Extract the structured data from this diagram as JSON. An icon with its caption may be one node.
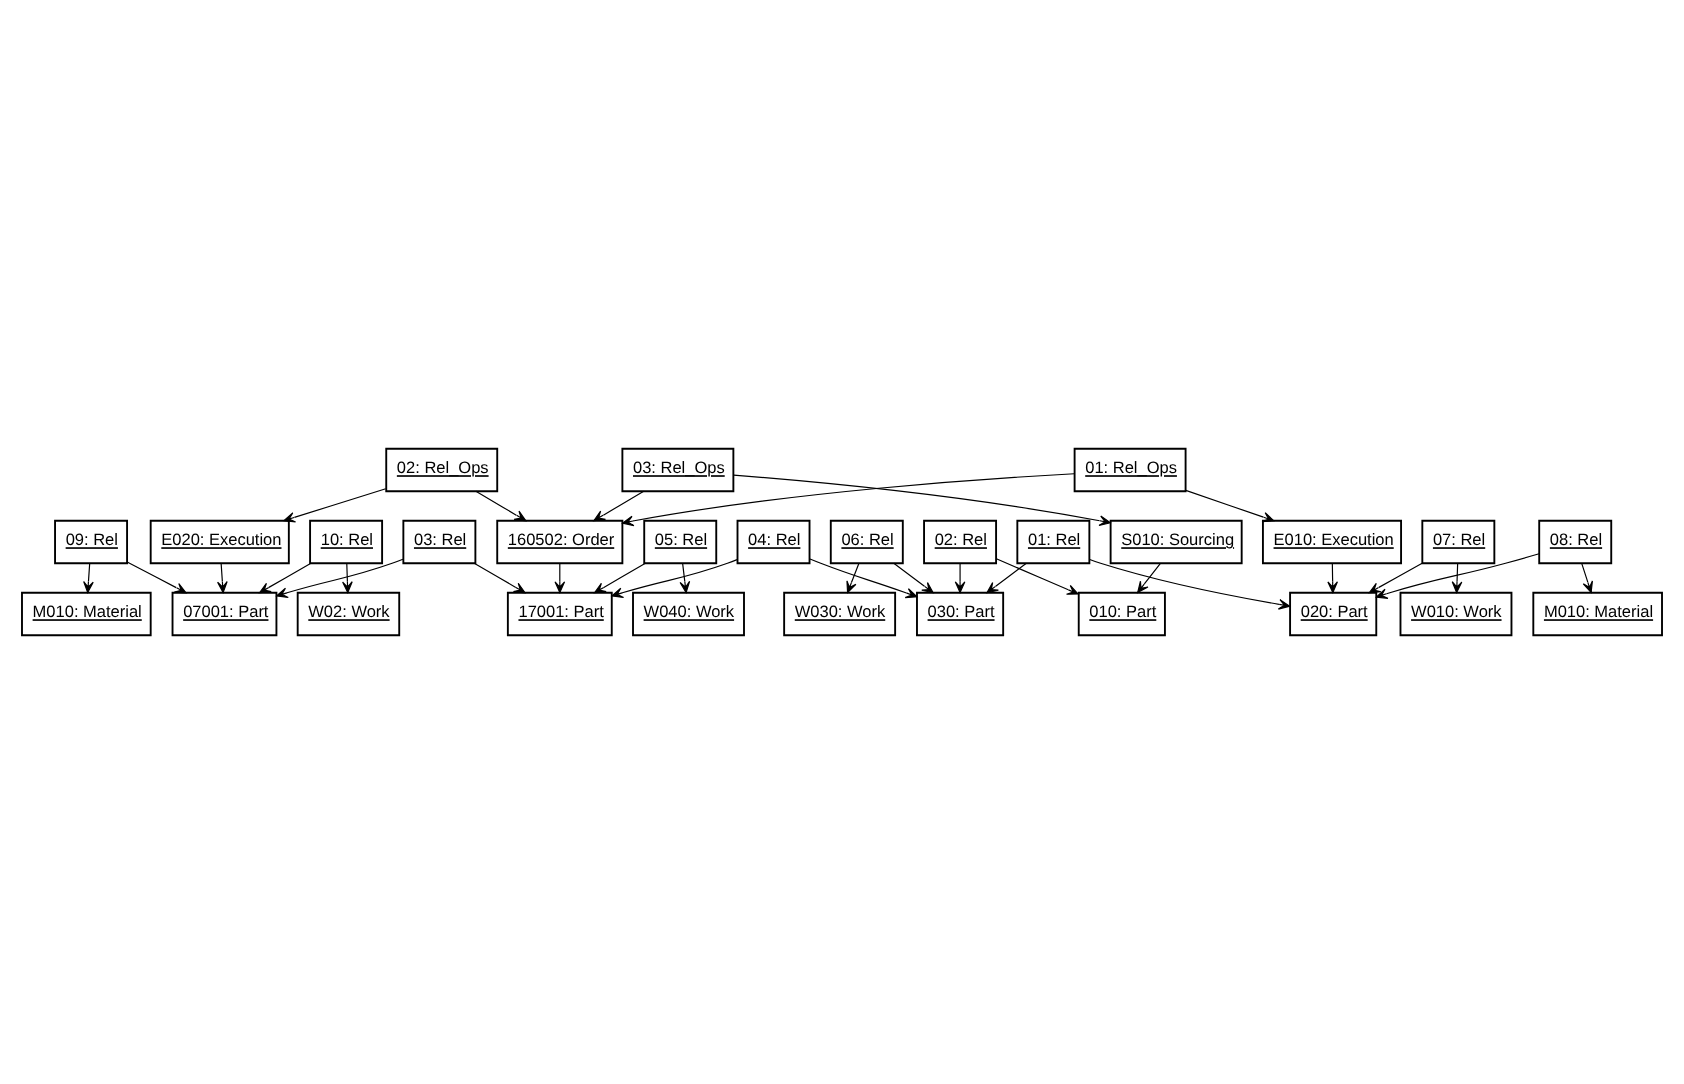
{
  "diagram": {
    "nodes": [
      {
        "text": [
          "02: Rel_Ops"
        ]
      },
      {
        "text": [
          "160502: Order"
        ]
      },
      {
        "text": [
          "E020: Execution"
        ]
      },
      {
        "text": [
          "17001: Part"
        ]
      },
      {
        "text": [
          "01: Rel_Ops"
        ]
      },
      {
        "text": [
          "03: Rel"
        ]
      },
      {
        "text": [
          "04: Rel"
        ]
      },
      {
        "text": [
          "05: Rel"
        ]
      },
      {
        "text": [
          "03: Rel_Ops"
        ]
      },
      {
        "text": [
          "07001: Part"
        ]
      },
      {
        "text": [
          "030: Part"
        ]
      },
      {
        "text": [
          "W040: Work"
        ]
      },
      {
        "text": [
          "09: Rel"
        ]
      },
      {
        "text": [
          "10: Rel"
        ]
      },
      {
        "text": [
          "06: Rel"
        ]
      },
      {
        "text": [
          "02: Rel"
        ]
      },
      {
        "text": [
          "01: Rel"
        ]
      },
      {
        "text": [
          "E010: Execution"
        ]
      },
      {
        "text": [
          "M010: Material"
        ]
      },
      {
        "text": [
          "W02: Work"
        ]
      },
      {
        "text": [
          "W030: Work"
        ]
      },
      {
        "text": [
          "010: Part"
        ]
      },
      {
        "text": [
          "020: Part"
        ]
      },
      {
        "text": [
          "07: Rel"
        ]
      },
      {
        "text": [
          "08: Rel"
        ]
      },
      {
        "text": [
          "W010: Work"
        ]
      },
      {
        "text": [
          "M010: Material"
        ]
      },
      {
        "text": [
          "S010: Sourcing"
        ]
      }
    ],
    "edges": [
      {
        "from": 0,
        "to": 2,
        "arrow": "to"
      },
      {
        "from": 0,
        "to": 1,
        "arrow": "to"
      },
      {
        "from": 1,
        "to": 3,
        "arrow": "to"
      },
      {
        "from": 2,
        "to": 9,
        "arrow": "to"
      },
      {
        "from": 5,
        "to": 3,
        "arrow": "to"
      },
      {
        "from": 5,
        "to": 9,
        "arrow": "to"
      },
      {
        "from": 6,
        "to": 3,
        "arrow": "to"
      },
      {
        "from": 6,
        "to": 10,
        "arrow": "to"
      },
      {
        "from": 7,
        "to": 3,
        "arrow": "to"
      },
      {
        "from": 7,
        "to": 11,
        "arrow": "to"
      },
      {
        "from": 4,
        "to": 1,
        "arrow": "to"
      },
      {
        "from": 4,
        "to": 17,
        "arrow": "to"
      },
      {
        "from": 8,
        "to": 1,
        "arrow": "to"
      },
      {
        "from": 8,
        "to": 27,
        "arrow": "to"
      },
      {
        "from": 12,
        "to": 9,
        "arrow": "to"
      },
      {
        "from": 12,
        "to": 18,
        "arrow": "to"
      },
      {
        "from": 13,
        "to": 9,
        "arrow": "to"
      },
      {
        "from": 13,
        "to": 19,
        "arrow": "to"
      },
      {
        "from": 14,
        "to": 10,
        "arrow": "to"
      },
      {
        "from": 14,
        "to": 20,
        "arrow": "to"
      },
      {
        "from": 15,
        "to": 10,
        "arrow": "to"
      },
      {
        "from": 15,
        "to": 21,
        "arrow": "to"
      },
      {
        "from": 16,
        "to": 10,
        "arrow": "to"
      },
      {
        "from": 16,
        "to": 22,
        "arrow": "to"
      },
      {
        "from": 17,
        "to": 22,
        "arrow": "to"
      },
      {
        "from": 23,
        "to": 22,
        "arrow": "to"
      },
      {
        "from": 23,
        "to": 25,
        "arrow": "to"
      },
      {
        "from": 24,
        "to": 22,
        "arrow": "to"
      },
      {
        "from": 24,
        "to": 26,
        "arrow": "to"
      },
      {
        "from": 27,
        "to": 21,
        "arrow": "to"
      }
    ]
  }
}
